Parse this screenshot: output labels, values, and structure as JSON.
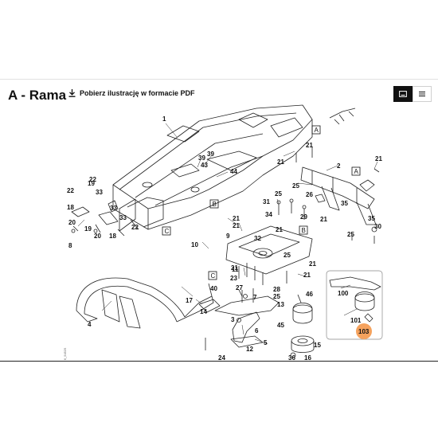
{
  "header": {
    "title": "A - Rama",
    "download_label": "Pobierz ilustrację w formacie PDF"
  },
  "view_toggle": {
    "active": "diagram-view",
    "icons": [
      "image-view-icon",
      "list-view-icon"
    ]
  },
  "diagram": {
    "section_marks": [
      "A",
      "A",
      "B",
      "B",
      "C",
      "C"
    ],
    "highlighted_part": "103",
    "highlight_color": "#f5a25d",
    "version_code": "fl_54525",
    "callouts": {
      "c1": "1",
      "c2": "2",
      "c39a": "39",
      "c39b": "39",
      "c43": "43",
      "c44": "44",
      "c21a": "21",
      "c21b": "21",
      "c21c": "21",
      "c21d": "21",
      "c21e": "21",
      "c21f": "21",
      "c22a": "22",
      "c22b": "22",
      "c33a": "33",
      "c33b": "33",
      "c33c": "33",
      "c18a": "18",
      "c18b": "18",
      "c19": "19",
      "c20a": "20",
      "c20b": "20",
      "c8": "8",
      "c25a": "25",
      "c25b": "25",
      "c25c": "25",
      "c26": "26",
      "c29": "29",
      "c31": "31",
      "c34": "34",
      "c35": "35",
      "c32": "32",
      "c9": "9",
      "c10": "10",
      "c4": "4",
      "c40": "40",
      "c11": "11",
      "c23": "23",
      "c17": "17",
      "c14": "14",
      "c13": "13",
      "c3": "3",
      "c12": "12",
      "c24": "24",
      "c27": "27",
      "c28": "28",
      "c7": "7",
      "c6": "6",
      "c5": "5",
      "c46": "46",
      "c45": "45",
      "c15": "15",
      "c36": "36",
      "c16": "16",
      "c100": "100",
      "c101": "101",
      "c30": "30"
    }
  }
}
